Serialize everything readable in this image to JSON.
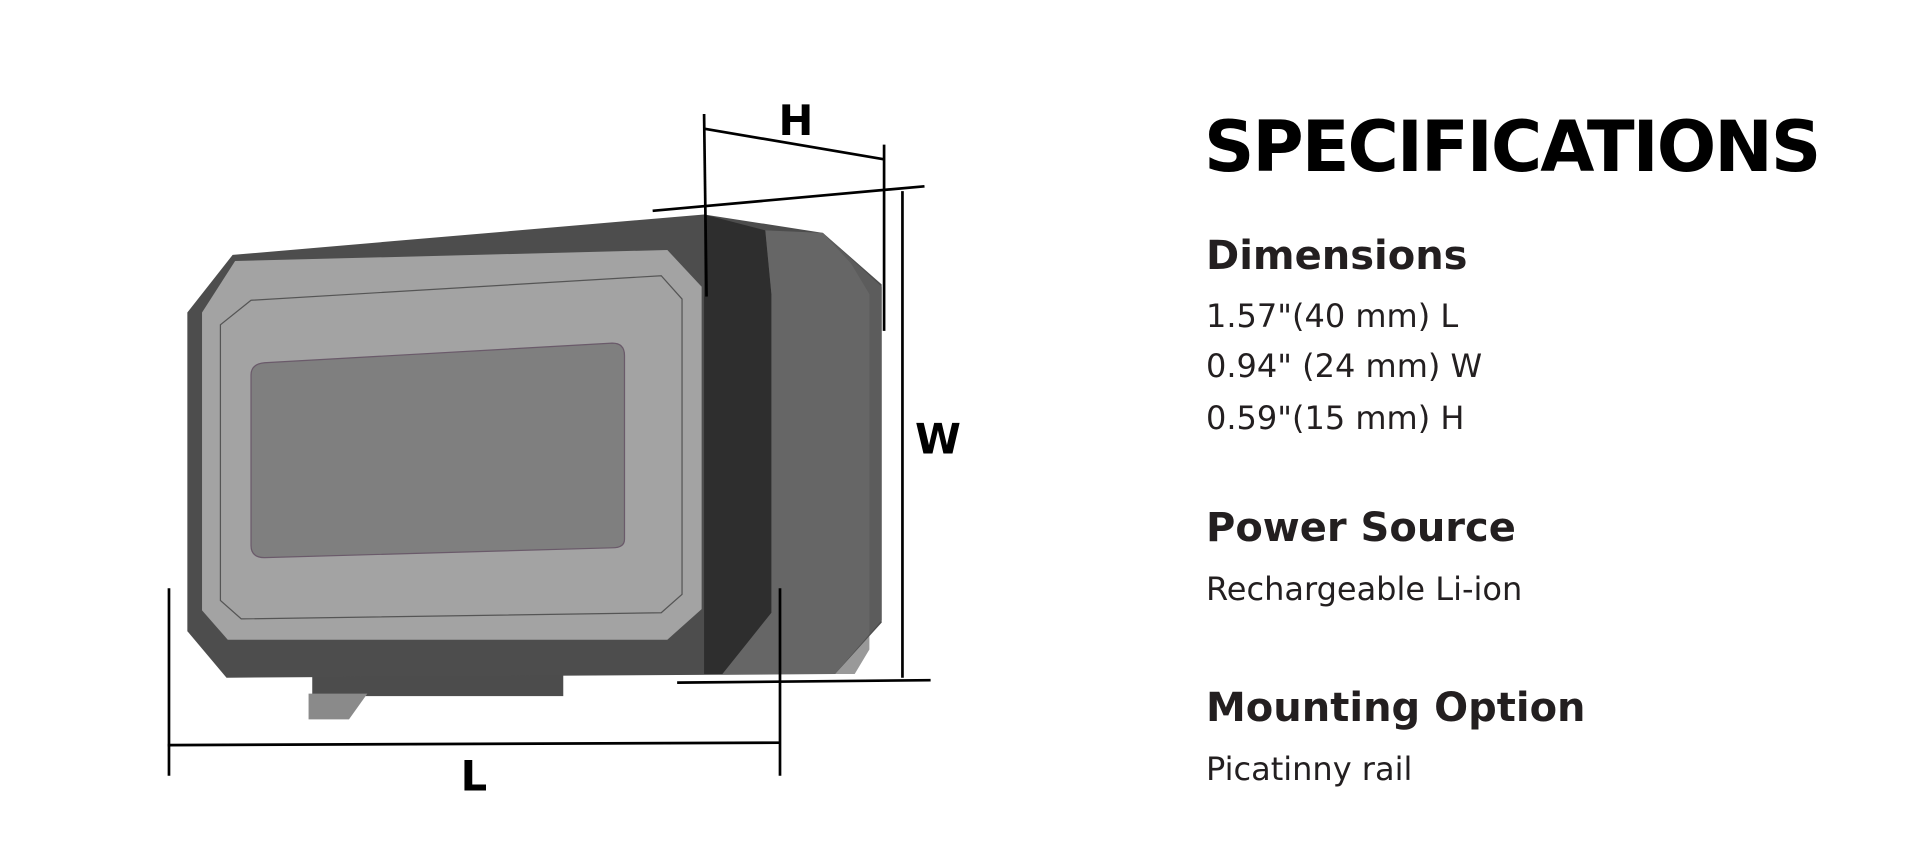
{
  "diagram": {
    "labels": {
      "height": "H",
      "width": "W",
      "length": "L"
    }
  },
  "specs": {
    "title": "SPECIFICATIONS",
    "sections": [
      {
        "heading": "Dimensions",
        "values": [
          "1.57\"(40 mm) L",
          "0.94\" (24 mm) W",
          "0.59\"(15 mm) H"
        ]
      },
      {
        "heading": "Power Source",
        "values": [
          "Rechargeable Li-ion"
        ]
      },
      {
        "heading": "Mounting Option",
        "values": [
          "Picatinny rail"
        ]
      }
    ]
  }
}
